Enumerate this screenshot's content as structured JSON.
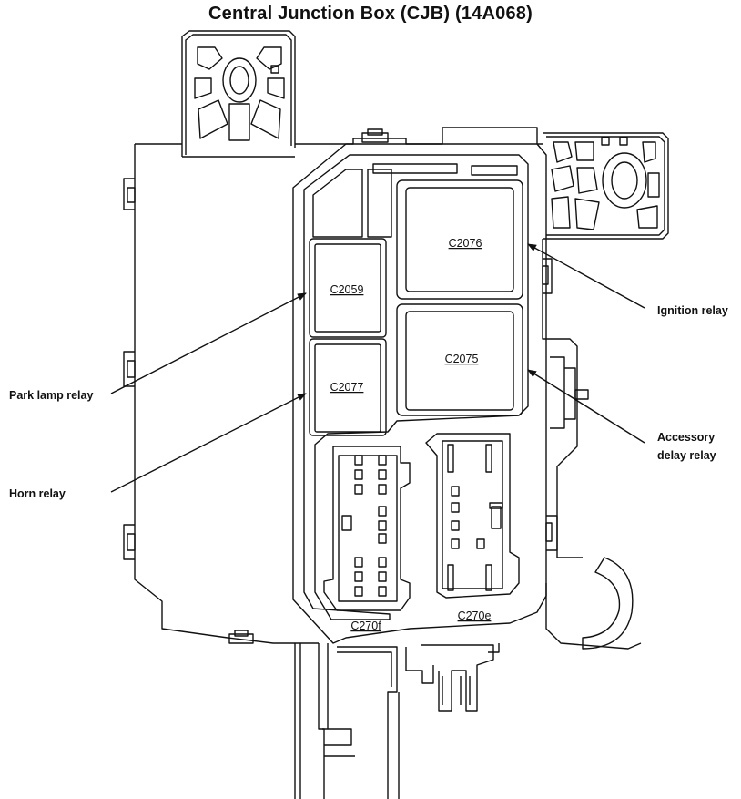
{
  "title": "Central Junction Box (CJB) (14A068)",
  "connectors": {
    "c2076": "C2076",
    "c2059": "C2059",
    "c2075": "C2075",
    "c2077": "C2077",
    "c270f": "C270f",
    "c270e": "C270e"
  },
  "callouts": {
    "ignition_relay": "Ignition relay",
    "park_lamp_relay": "Park lamp relay",
    "accessory_delay_relay_line1": "Accessory",
    "accessory_delay_relay_line2": "delay relay",
    "horn_relay": "Horn relay"
  }
}
